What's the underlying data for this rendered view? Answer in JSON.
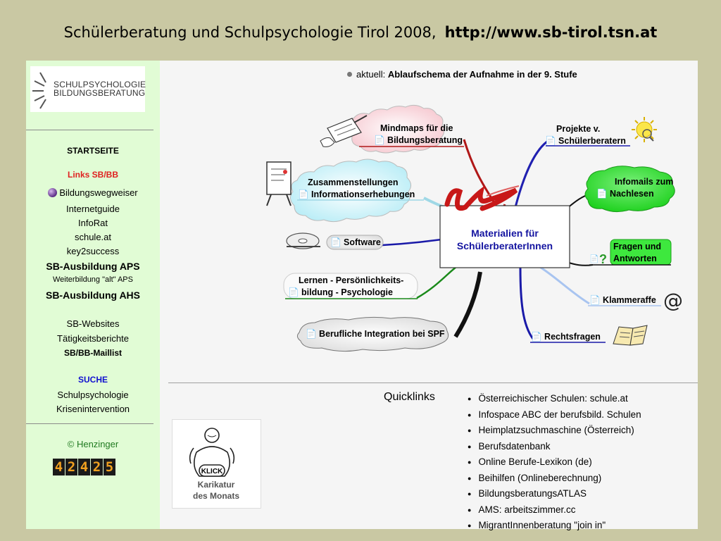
{
  "slide": {
    "title": "Schülerberatung und Schulpsychologie Tirol 2008,",
    "url": "http://www.sb-tirol.tsn.at"
  },
  "logo": {
    "line1": "SCHULPSYCHOLOGIE",
    "line2": "BILDUNGSBERATUNG"
  },
  "sidebar": {
    "items": [
      "STARTSEITE",
      "Links SB/BB",
      "Bildungswegweiser",
      "Internetguide",
      "InfoRat",
      "schule.at",
      "key2success",
      "SB-Ausbildung APS",
      "Weiterbildung \"alt\" APS",
      "SB-Ausbildung AHS",
      "SB-Websites",
      "Tätigkeitsberichte",
      "SB/BB-Maillist",
      "SUCHE",
      "Schulpsychologie",
      "Krisenintervention"
    ],
    "copyright": "© Henzinger",
    "counter": [
      "4",
      "2",
      "4",
      "2",
      "5"
    ]
  },
  "aktuell": {
    "prefix": "aktuell:",
    "text": "Ablaufschema der Aufnahme in der 9. Stufe"
  },
  "mindmap": {
    "center": {
      "line1": "Materialien für",
      "line2": "SchülerberaterInnen"
    },
    "nodes": {
      "mindmaps": {
        "line1": "Mindmaps für die",
        "line2": "Bildungsberatung"
      },
      "zusammen": {
        "line1": "Zusammenstellungen",
        "line2": "Informationserhebungen"
      },
      "software": {
        "line1": "Software"
      },
      "lernen": {
        "line1": "Lernen - Persönlichkeits-",
        "line2": "bildung - Psychologie"
      },
      "berufliche": {
        "line1": "Berufliche Integration bei SPF"
      },
      "projekte": {
        "line1": "Projekte v.",
        "line2": "Schülerberatern"
      },
      "infomails": {
        "line1": "Infomails zum",
        "line2": "Nachlesen"
      },
      "fragen": {
        "line1": "Fragen und",
        "line2": "Antworten"
      },
      "klammeraffe": {
        "line1": "Klammeraffe"
      },
      "rechtsfragen": {
        "line1": "Rechtsfragen"
      }
    }
  },
  "cartoon": {
    "badge": "KLICK",
    "line1": "Karikatur",
    "line2": "des Monats"
  },
  "quicklinks": {
    "title": "Quicklinks",
    "items": [
      "Österreichischer Schulen: schule.at",
      "Infospace ABC der berufsbild. Schulen",
      "Heimplatzsuchmaschine (Österreich)",
      "Berufsdatenbank",
      "Online Berufe-Lexikon (de)",
      "Beihilfen (Onlineberechnung)",
      "BildungsberatungsATLAS",
      "AMS: arbeitszimmer.cc",
      "MigrantInnenberatung \"join in\""
    ]
  },
  "colors": {
    "background": "#c9c8a3",
    "sidebar": "#e1fcd5",
    "link_red": "#e02020",
    "link_blue": "#1010d0",
    "center_text": "#1414a0"
  }
}
